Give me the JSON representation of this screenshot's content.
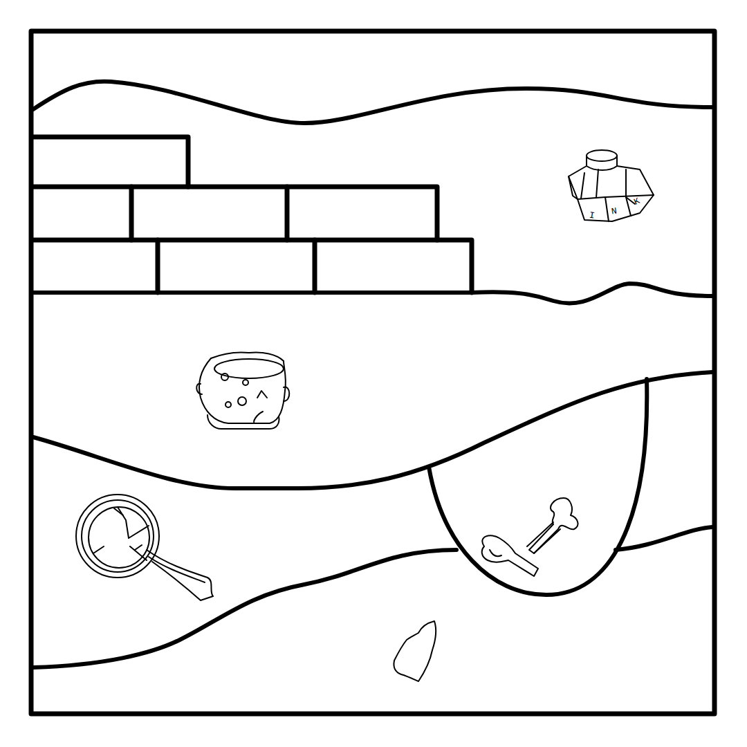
{
  "diagram": {
    "labels": [
      "I",
      "N",
      "K"
    ]
  }
}
